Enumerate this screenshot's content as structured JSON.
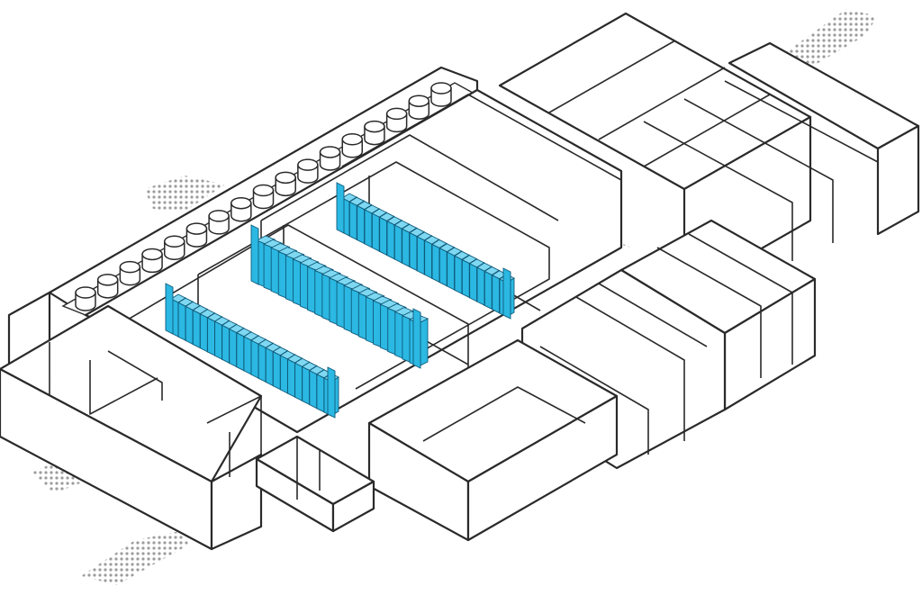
{
  "diagram": {
    "kind": "isometric-floor-plan",
    "colors": {
      "background": "#ffffff",
      "wall_stroke": "#2a2a2a",
      "rack_fill": "#2bb8e3",
      "rack_top": "#7fd8f2",
      "rack_stroke": "#0f5b7a",
      "shadow": "#8a8a8a"
    },
    "equipment": {
      "rack_rows": 3,
      "cooling_tanks": 17
    }
  }
}
